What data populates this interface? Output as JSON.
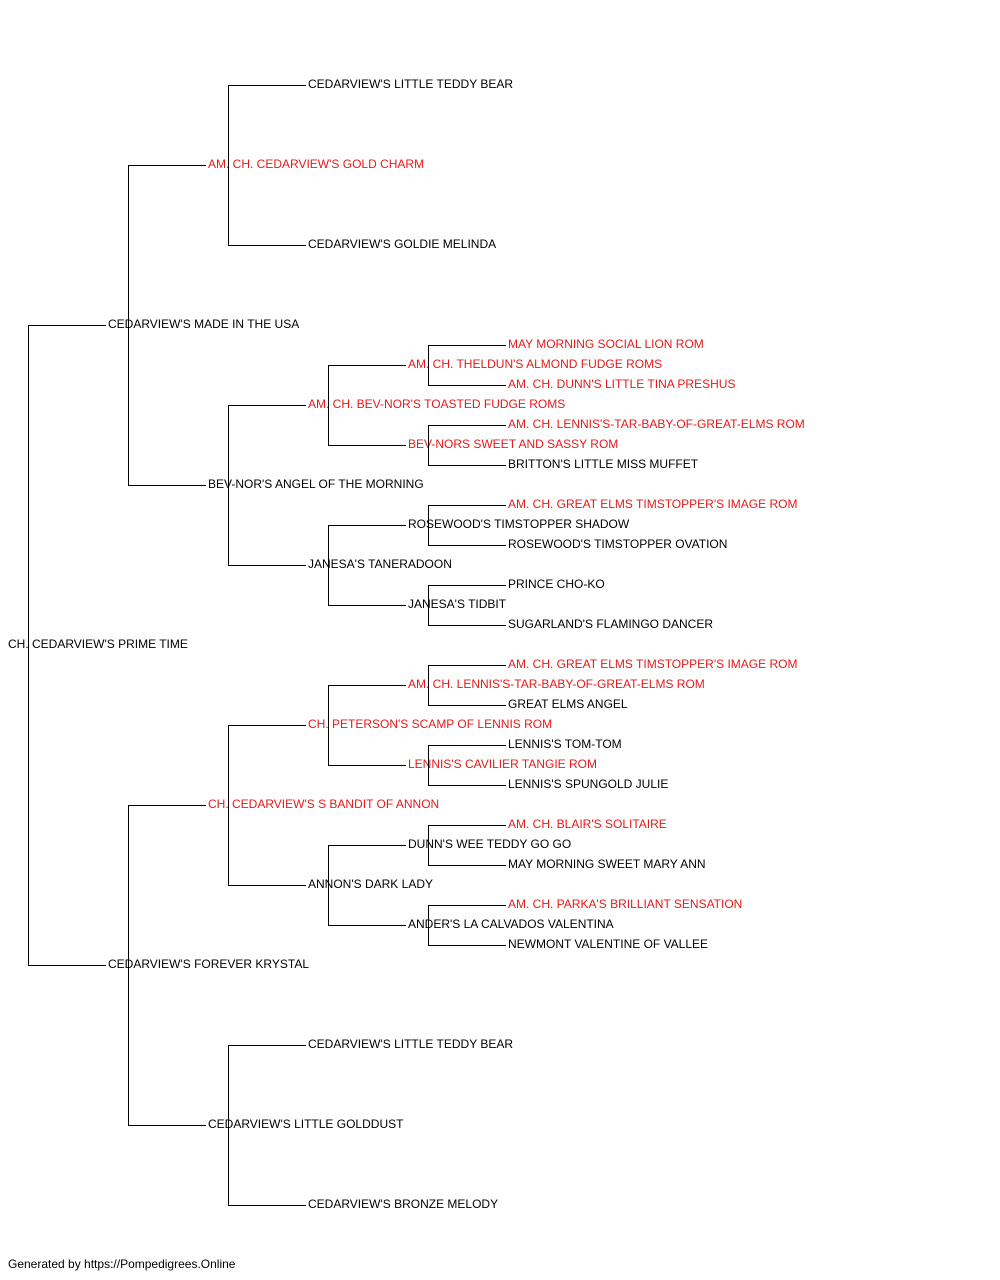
{
  "colors": {
    "titled": "#e41a1c",
    "plain": "#000000",
    "line": "#000000"
  },
  "pedigree": {
    "name": "CH. CEDARVIEW'S PRIME TIME",
    "titled": false,
    "sire": {
      "name": "CEDARVIEW'S MADE IN THE USA",
      "titled": false,
      "sire": {
        "name": "AM. CH. CEDARVIEW'S GOLD CHARM",
        "titled": true,
        "sire": {
          "name": "CEDARVIEW'S LITTLE TEDDY BEAR",
          "titled": false
        },
        "dam": {
          "name": "CEDARVIEW'S GOLDIE MELINDA",
          "titled": false
        }
      },
      "dam": {
        "name": "BEV-NOR'S ANGEL OF THE MORNING",
        "titled": false,
        "sire": {
          "name": "AM. CH. BEV-NOR'S TOASTED FUDGE ROMS",
          "titled": true,
          "sire": {
            "name": "AM. CH. THELDUN'S ALMOND FUDGE ROMS",
            "titled": true,
            "sire": {
              "name": "MAY MORNING SOCIAL LION ROM",
              "titled": true
            },
            "dam": {
              "name": "AM. CH. DUNN'S LITTLE TINA PRESHUS",
              "titled": true
            }
          },
          "dam": {
            "name": "BEV-NORS SWEET AND SASSY ROM",
            "titled": true,
            "sire": {
              "name": "AM. CH. LENNIS'S-TAR-BABY-OF-GREAT-ELMS ROM",
              "titled": true
            },
            "dam": {
              "name": "BRITTON'S LITTLE MISS MUFFET",
              "titled": false
            }
          }
        },
        "dam": {
          "name": "JANESA'S TANERADOON",
          "titled": false,
          "sire": {
            "name": "ROSEWOOD'S TIMSTOPPER SHADOW",
            "titled": false,
            "sire": {
              "name": "AM. CH. GREAT ELMS TIMSTOPPER'S IMAGE ROM",
              "titled": true
            },
            "dam": {
              "name": "ROSEWOOD'S TIMSTOPPER OVATION",
              "titled": false
            }
          },
          "dam": {
            "name": "JANESA'S TIDBIT",
            "titled": false,
            "sire": {
              "name": "PRINCE CHO-KO",
              "titled": false
            },
            "dam": {
              "name": "SUGARLAND'S FLAMINGO DANCER",
              "titled": false
            }
          }
        }
      }
    },
    "dam": {
      "name": "CEDARVIEW'S FOREVER KRYSTAL",
      "titled": false,
      "sire": {
        "name": "CH. CEDARVIEW'S S BANDIT OF ANNON",
        "titled": true,
        "sire": {
          "name": "CH. PETERSON'S SCAMP OF LENNIS ROM",
          "titled": true,
          "sire": {
            "name": "AM. CH. LENNIS'S-TAR-BABY-OF-GREAT-ELMS ROM",
            "titled": true,
            "sire": {
              "name": "AM. CH. GREAT ELMS TIMSTOPPER'S IMAGE ROM",
              "titled": true
            },
            "dam": {
              "name": "GREAT ELMS ANGEL",
              "titled": false
            }
          },
          "dam": {
            "name": "LENNIS'S CAVILIER TANGIE ROM",
            "titled": true,
            "sire": {
              "name": "LENNIS'S TOM-TOM",
              "titled": false
            },
            "dam": {
              "name": "LENNIS'S SPUNGOLD JULIE",
              "titled": false
            }
          }
        },
        "dam": {
          "name": "ANNON'S DARK LADY",
          "titled": false,
          "sire": {
            "name": "DUNN'S WEE TEDDY GO GO",
            "titled": false,
            "sire": {
              "name": "AM. CH. BLAIR'S SOLITAIRE",
              "titled": true
            },
            "dam": {
              "name": "MAY MORNING SWEET MARY ANN",
              "titled": false
            }
          },
          "dam": {
            "name": "ANDER'S LA CALVADOS VALENTINA",
            "titled": false,
            "sire": {
              "name": "AM. CH. PARKA'S BRILLIANT SENSATION",
              "titled": true
            },
            "dam": {
              "name": "NEWMONT VALENTINE OF VALLEE",
              "titled": false
            }
          }
        }
      },
      "dam": {
        "name": "CEDARVIEW'S LITTLE GOLDDUST",
        "titled": false,
        "sire": {
          "name": "CEDARVIEW'S LITTLE TEDDY BEAR",
          "titled": false
        },
        "dam": {
          "name": "CEDARVIEW'S BRONZE MELODY",
          "titled": false
        }
      }
    }
  },
  "footer": {
    "text": "Generated by https://Pompedigrees.Online"
  }
}
